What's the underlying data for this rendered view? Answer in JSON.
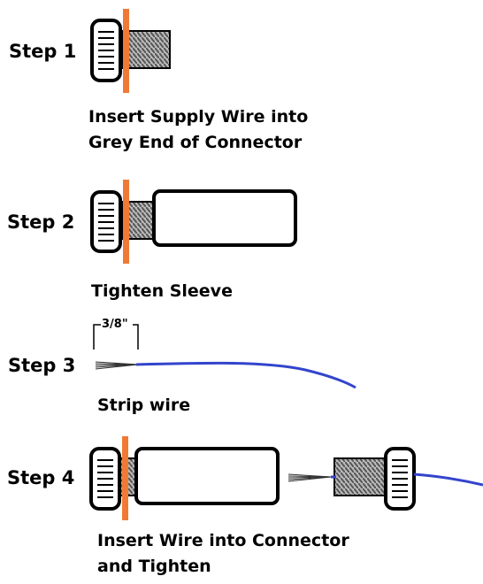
{
  "steps": [
    {
      "label": "Step 1",
      "caption_lines": [
        "Insert Supply Wire into",
        "Grey End of Connector"
      ]
    },
    {
      "label": "Step 2",
      "caption_lines": [
        "Tighten Sleeve"
      ]
    },
    {
      "label": "Step 3",
      "caption_lines": [
        "Strip wire"
      ],
      "measurement": "3/8\""
    },
    {
      "label": "Step 4",
      "caption_lines": [
        "Insert Wire into Connector",
        "and Tighten"
      ]
    }
  ],
  "colors": {
    "washer": "#f07a35",
    "wire": "#3344cc",
    "thread": "#8a8a8a",
    "outline": "#000000"
  }
}
